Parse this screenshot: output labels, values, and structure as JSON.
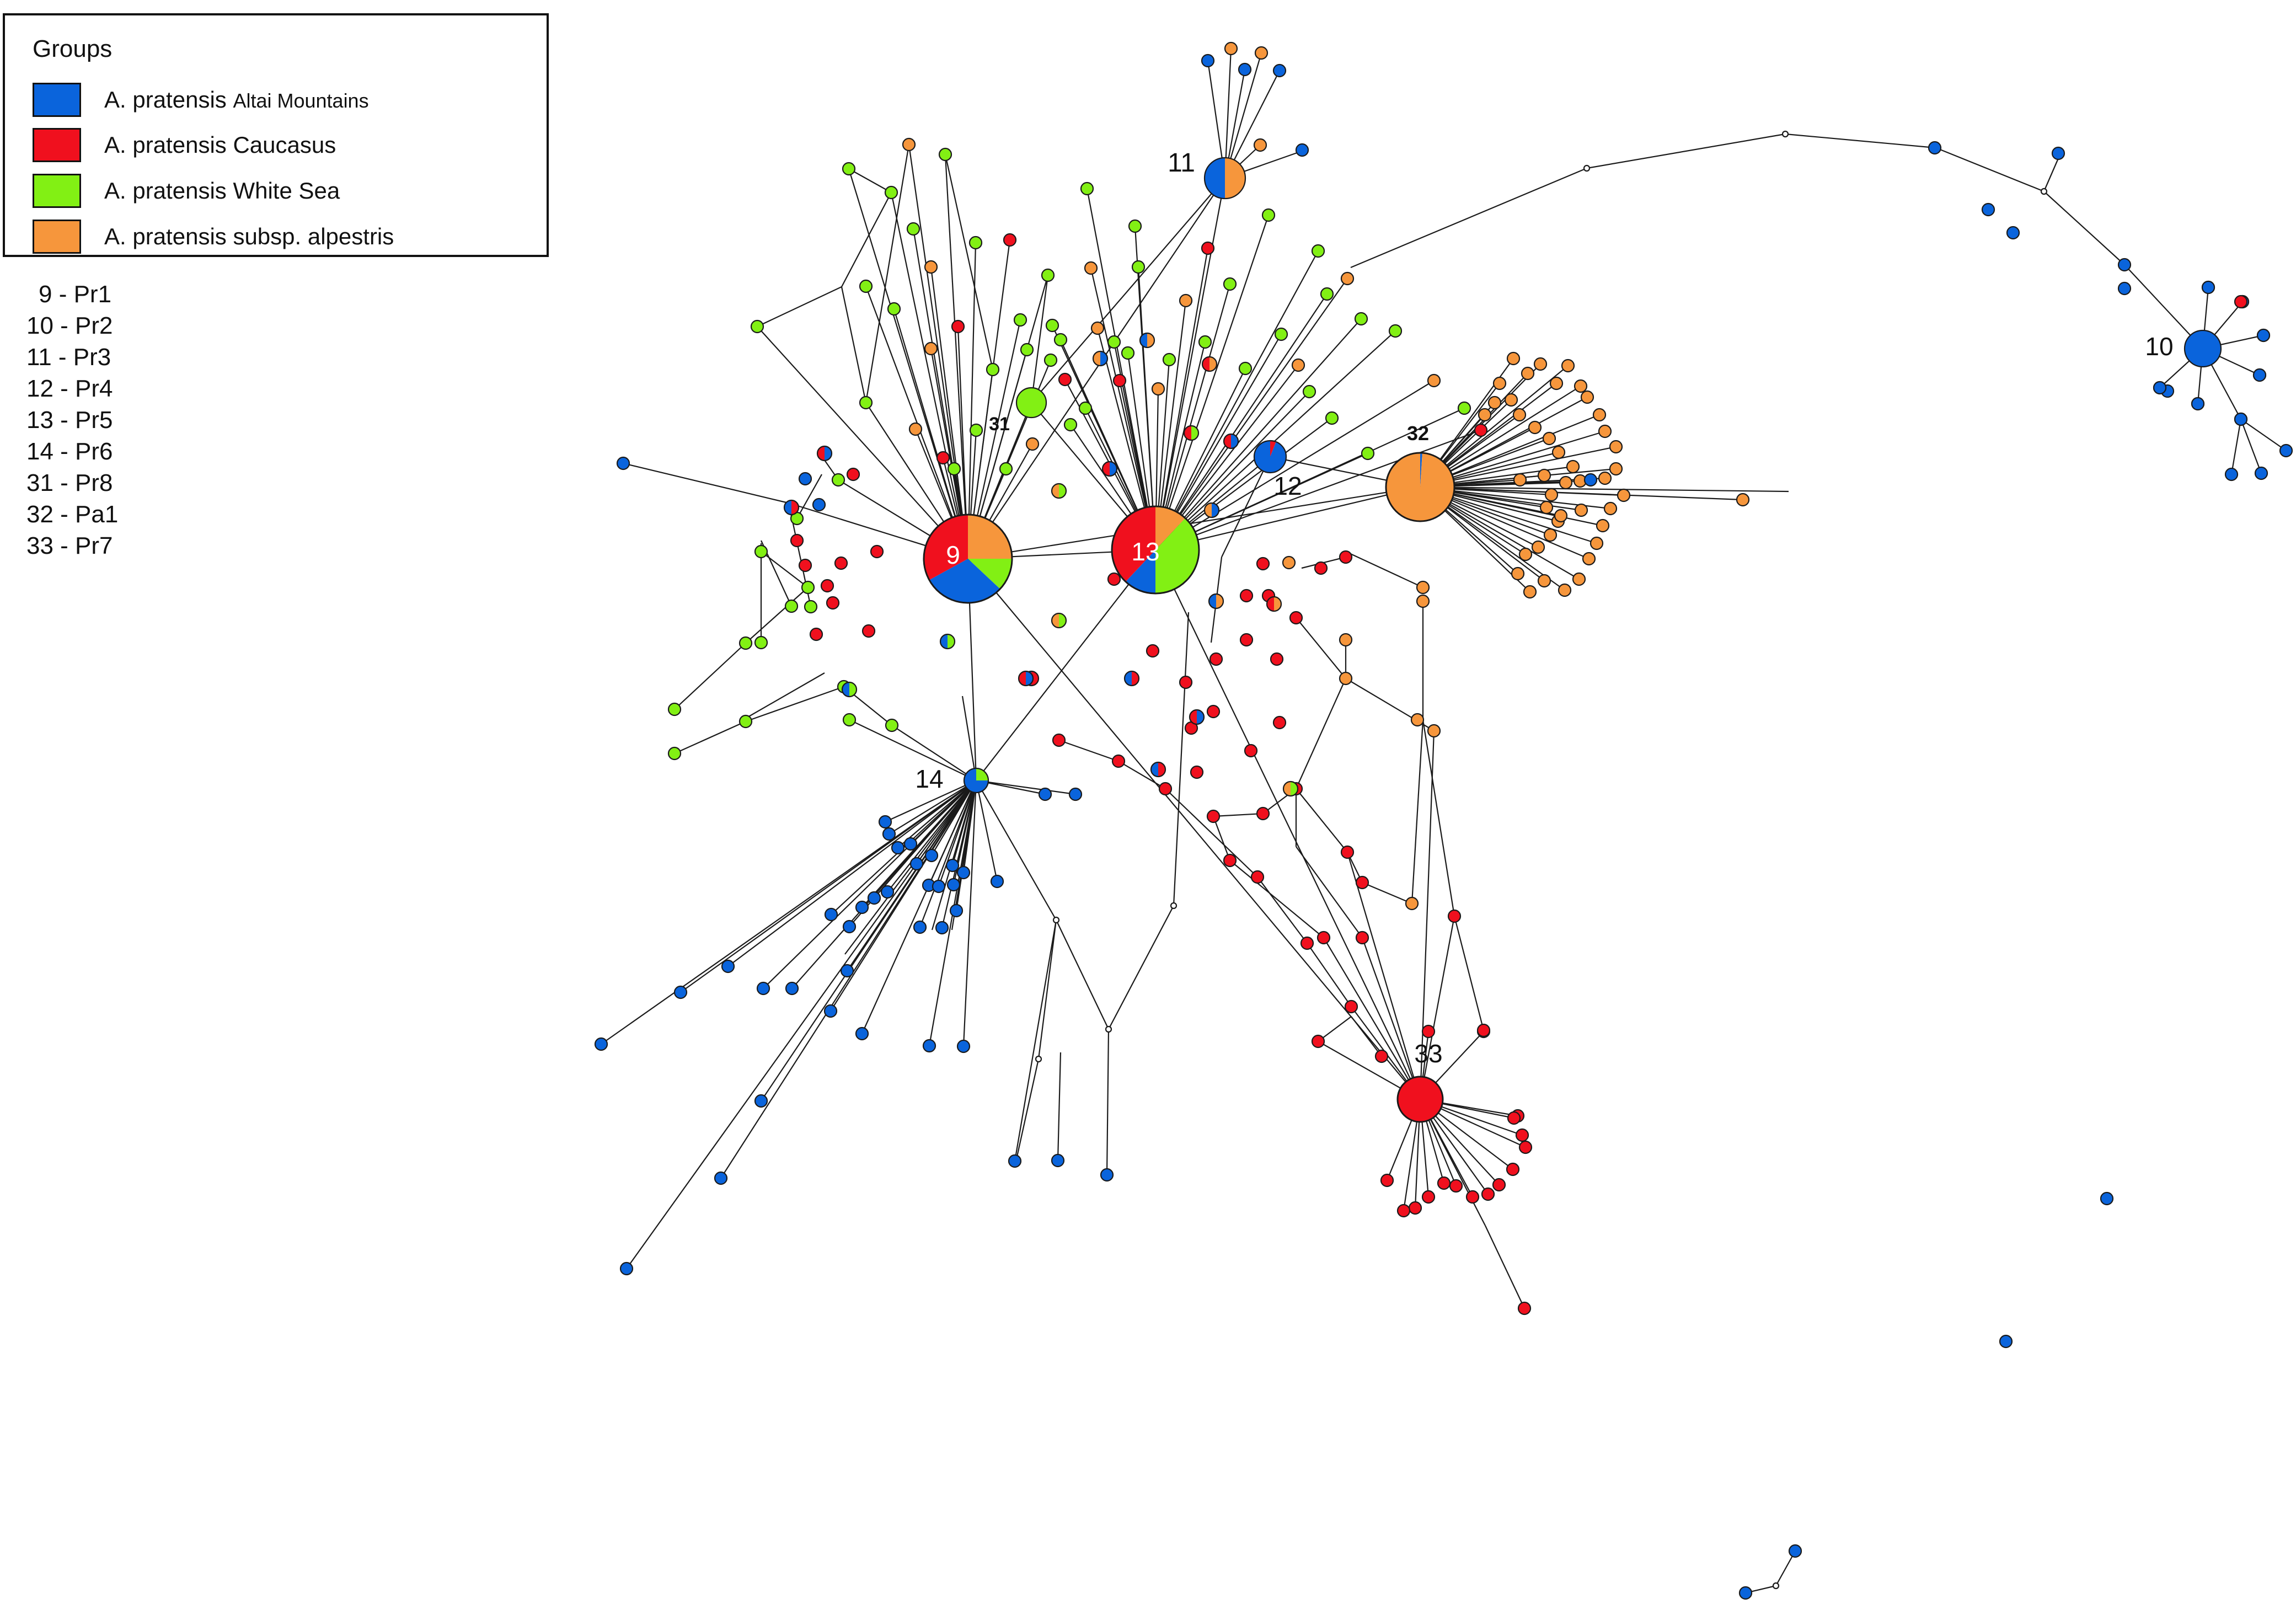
{
  "legend": {
    "title": "Groups",
    "items": [
      {
        "species": "A. pratensis",
        "location": "Altai Mountains",
        "color": "#0a64dc"
      },
      {
        "species": "A. pratensis",
        "location": "Caucasus",
        "color": "#f0101e"
      },
      {
        "species": "A. pratensis",
        "location": "White Sea",
        "color": "#82f014"
      },
      {
        "species": "A. pratensis",
        "location": "subsp. alpestris",
        "color": "#f6963c"
      }
    ]
  },
  "haplotype_key": [
    "9 - Pr1",
    "10 - Pr2",
    "11 - Pr3",
    "12 - Pr4",
    "13 - Pr5",
    "14 - Pr6",
    "31 - Pr8",
    "32 - Pa1",
    "33 - Pr7"
  ],
  "labels": {
    "n9": "9",
    "n10": "10",
    "n11": "11",
    "n12": "12",
    "n13": "13",
    "n14": "14",
    "n31": "31",
    "n32": "32",
    "n33": "33"
  }
}
